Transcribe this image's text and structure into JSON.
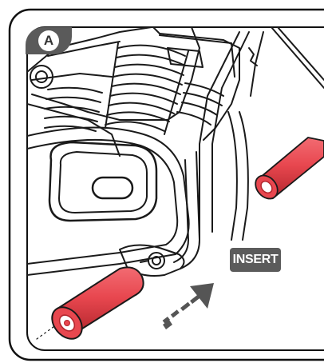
{
  "step": {
    "label": "A"
  },
  "callout": {
    "text": "INSERT"
  },
  "colors": {
    "frame": "#111111",
    "badge": "#5a5a5a",
    "tube": "#e8474f",
    "tube_dark": "#b3262d",
    "line": "#1a1a1a"
  },
  "icons": [
    "insertion-arrow-icon",
    "frame-border"
  ]
}
